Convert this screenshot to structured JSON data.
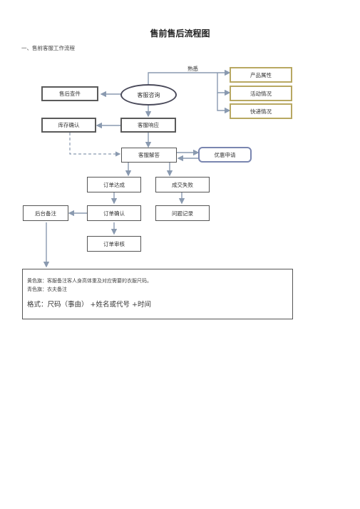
{
  "title": "售前售后流程图",
  "section_heading": "一、售前客服工作流程",
  "nodes": {
    "consult": "客服咨询",
    "after_sale_query": "售后查件",
    "familiar_label": "熟悉",
    "product_attr": "产品属性",
    "activity": "活动情况",
    "express": "快递情况",
    "stock_confirm": "库存确认",
    "response": "客服响应",
    "answer": "客服解答",
    "discount": "优惠申请",
    "order_done": "订单达成",
    "deal_fail": "成交失败",
    "backend_note": "后台备注",
    "order_confirm": "订单确认",
    "issue_record": "问题记录",
    "order_review": "订单审核"
  },
  "notes": {
    "yellow": "黄色旗：客服备注客人身高体重及对应需要的衣服尺码。",
    "blue": "青色旗：衣夫备注",
    "format": "格式：尺码（事由）  +姓名或代号 +时间"
  }
}
